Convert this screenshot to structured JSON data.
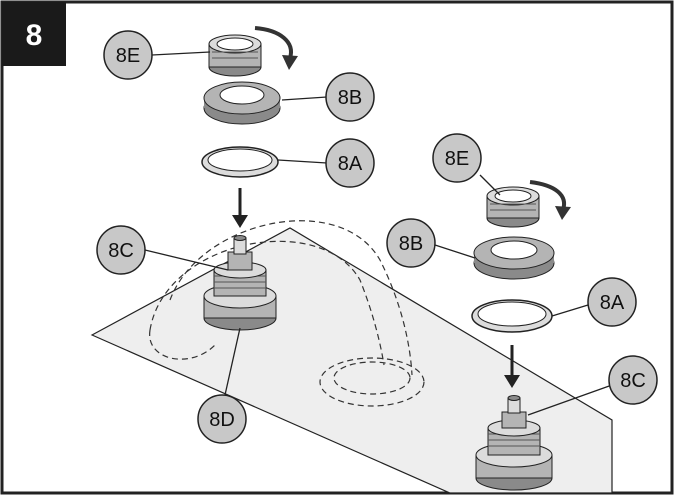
{
  "step_number": "8",
  "labels": {
    "left_8e": "8E",
    "left_8b": "8B",
    "left_8a": "8A",
    "left_8c": "8C",
    "left_8d": "8D",
    "right_8e": "8E",
    "right_8b": "8B",
    "right_8a": "8A",
    "right_8c": "8C"
  },
  "colors": {
    "border": "#222222",
    "callout_fill": "#c8c8c8",
    "sheet_fill": "#eeeeee",
    "part_dark": "#8a8a8a",
    "part_mid": "#b4b4b4",
    "part_light": "#dcdcdc"
  }
}
